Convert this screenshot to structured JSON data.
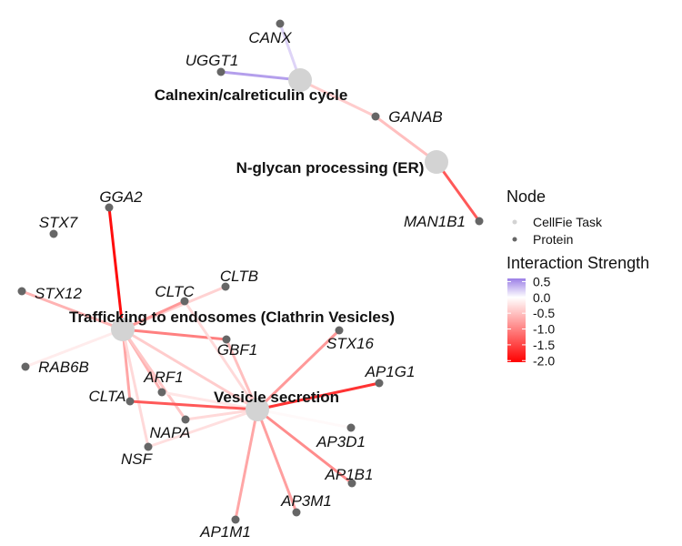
{
  "legend": {
    "node_title": "Node",
    "node_items": [
      {
        "label": "CellFie Task",
        "color": "#d3d3d3"
      },
      {
        "label": "Protein",
        "color": "#666666"
      }
    ],
    "strength_title": "Interaction Strength",
    "strength_ticks": [
      "0.5",
      "0.0",
      "-0.5",
      "-1.0",
      "-1.5",
      "-2.0"
    ],
    "strength_tick_values": [
      0.5,
      0.0,
      -0.5,
      -1.0,
      -1.5,
      -2.0
    ],
    "strength_range": [
      0.6,
      -2.05
    ],
    "colors": {
      "positive": "#9b7fe6",
      "zero": "#ffffff",
      "negative": "#ff0000"
    }
  },
  "tasks": [
    {
      "id": "calnexin",
      "label": "Calnexin/calreticulin cycle"
    },
    {
      "id": "nglycan",
      "label": "N-glycan processing (ER)"
    },
    {
      "id": "trafficking",
      "label": "Trafficking to endosomes (Clathrin Vesicles)"
    },
    {
      "id": "vesicle",
      "label": "Vesicle secretion"
    }
  ],
  "proteins": [
    {
      "id": "CANX",
      "label": "CANX"
    },
    {
      "id": "UGGT1",
      "label": "UGGT1"
    },
    {
      "id": "GANAB",
      "label": "GANAB"
    },
    {
      "id": "MAN1B1",
      "label": "MAN1B1"
    },
    {
      "id": "GGA2",
      "label": "GGA2"
    },
    {
      "id": "STX7",
      "label": "STX7"
    },
    {
      "id": "STX12",
      "label": "STX12"
    },
    {
      "id": "CLTB",
      "label": "CLTB"
    },
    {
      "id": "CLTC",
      "label": "CLTC"
    },
    {
      "id": "RAB6B",
      "label": "RAB6B"
    },
    {
      "id": "GBF1",
      "label": "GBF1"
    },
    {
      "id": "STX16",
      "label": "STX16"
    },
    {
      "id": "ARF1",
      "label": "ARF1"
    },
    {
      "id": "AP1G1",
      "label": "AP1G1"
    },
    {
      "id": "CLTA",
      "label": "CLTA"
    },
    {
      "id": "NAPA",
      "label": "NAPA"
    },
    {
      "id": "AP3D1",
      "label": "AP3D1"
    },
    {
      "id": "NSF",
      "label": "NSF"
    },
    {
      "id": "AP1B1",
      "label": "AP1B1"
    },
    {
      "id": "AP3M1",
      "label": "AP3M1"
    },
    {
      "id": "AP1M1",
      "label": "AP1M1"
    }
  ],
  "edges": [
    {
      "source": "calnexin",
      "target": "CANX",
      "strength": 0.2
    },
    {
      "source": "calnexin",
      "target": "UGGT1",
      "strength": 0.45
    },
    {
      "source": "calnexin",
      "target": "GANAB",
      "strength": -0.4
    },
    {
      "source": "nglycan",
      "target": "GANAB",
      "strength": -0.5
    },
    {
      "source": "nglycan",
      "target": "MAN1B1",
      "strength": -1.3
    },
    {
      "source": "trafficking",
      "target": "GGA2",
      "strength": -1.9
    },
    {
      "source": "trafficking",
      "target": "CLTB",
      "strength": -0.35
    },
    {
      "source": "trafficking",
      "target": "CLTC",
      "strength": -0.8
    },
    {
      "source": "trafficking",
      "target": "STX12",
      "strength": -0.6
    },
    {
      "source": "trafficking",
      "target": "RAB6B",
      "strength": -0.15
    },
    {
      "source": "trafficking",
      "target": "GBF1",
      "strength": -1.0
    },
    {
      "source": "trafficking",
      "target": "ARF1",
      "strength": -0.6
    },
    {
      "source": "trafficking",
      "target": "CLTA",
      "strength": -0.7
    },
    {
      "source": "trafficking",
      "target": "NAPA",
      "strength": -0.45
    },
    {
      "source": "trafficking",
      "target": "NSF",
      "strength": -0.3
    },
    {
      "source": "trafficking",
      "target": "vesicle",
      "strength": -0.4
    },
    {
      "source": "vesicle",
      "target": "CLTC",
      "strength": -0.3
    },
    {
      "source": "vesicle",
      "target": "GBF1",
      "strength": -0.5
    },
    {
      "source": "vesicle",
      "target": "STX16",
      "strength": -0.8
    },
    {
      "source": "vesicle",
      "target": "AP1G1",
      "strength": -1.6
    },
    {
      "source": "vesicle",
      "target": "ARF1",
      "strength": -0.2
    },
    {
      "source": "vesicle",
      "target": "CLTA",
      "strength": -1.3
    },
    {
      "source": "vesicle",
      "target": "NAPA",
      "strength": -0.3
    },
    {
      "source": "vesicle",
      "target": "AP3D1",
      "strength": -0.05
    },
    {
      "source": "vesicle",
      "target": "NSF",
      "strength": -0.25
    },
    {
      "source": "vesicle",
      "target": "AP1B1",
      "strength": -0.9
    },
    {
      "source": "vesicle",
      "target": "AP3M1",
      "strength": -0.75
    },
    {
      "source": "vesicle",
      "target": "AP1M1",
      "strength": -0.7
    }
  ]
}
